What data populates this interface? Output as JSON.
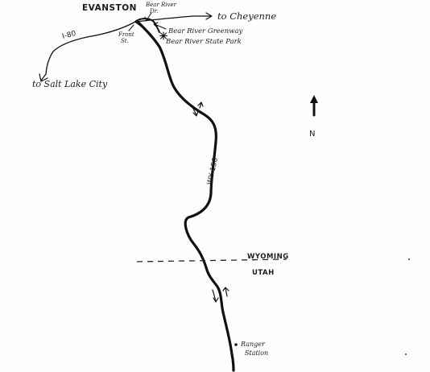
{
  "map": {
    "town": "EVANSTON",
    "bear_river_dr": [
      "Bear River",
      "Dr."
    ],
    "front_st": [
      "Front",
      "St."
    ],
    "to_cheyenne": "to Cheyenne",
    "greenway": "Bear River Greenway",
    "state_park": "Bear River State Park",
    "interstate": "I-80",
    "to_slc": "to Salt Lake City",
    "north": "N",
    "highway": "WY 150",
    "wyoming": "WYOMING",
    "utah": "UTAH",
    "ranger": [
      "Ranger",
      "Station"
    ],
    "ink_color": "#111111",
    "icons": [
      "north-arrow-icon",
      "route-direction-arrow-icon",
      "asterisk-marker-icon",
      "ranger-station-dot-icon"
    ]
  }
}
